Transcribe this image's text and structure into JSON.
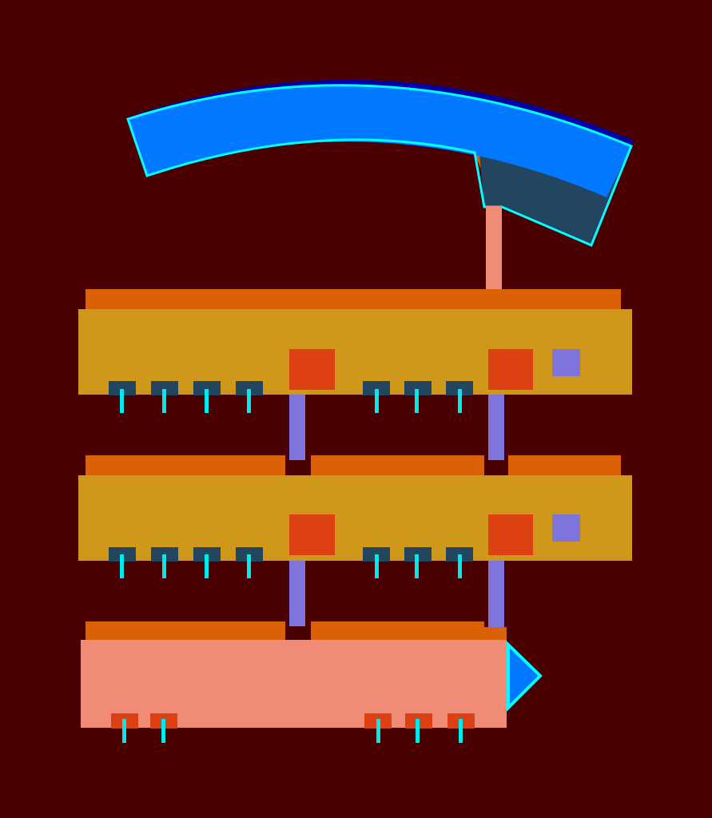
{
  "colors": {
    "background": "#4a0000",
    "module_top_strip": "#dc6005",
    "module_body": "#d0981a",
    "base_body": "#f08c76",
    "chip": "#dc4013",
    "small_chip": "#7f73dc",
    "connector_bar": "#7f73dc",
    "pin_pad_dark": "#224560",
    "pin_pad_base": "#dc4013",
    "pin_leg": "#00eaea",
    "arc_fill": "#0078ff",
    "arc_shadow": "#0000aa",
    "arc_outline": "#00ffff",
    "arc_dark_face": "#224560",
    "mast": "#f08c76",
    "arrow_fill": "#0078ff",
    "arrow_outline": "#00ffff"
  },
  "diagram": {
    "modules": [
      {
        "id": "upper-module",
        "style": "gold",
        "pin_groups": [
          4,
          3
        ],
        "chips": 2,
        "small_chips": 1
      },
      {
        "id": "middle-module",
        "style": "gold",
        "pin_groups": [
          4,
          3
        ],
        "chips": 2,
        "small_chips": 1
      },
      {
        "id": "base-module",
        "style": "salmon",
        "pin_groups": [
          2,
          3
        ],
        "chips": 0,
        "small_chips": 0
      }
    ],
    "connectors": 4,
    "has_arc": true,
    "has_mast": true,
    "has_arrow": true
  }
}
